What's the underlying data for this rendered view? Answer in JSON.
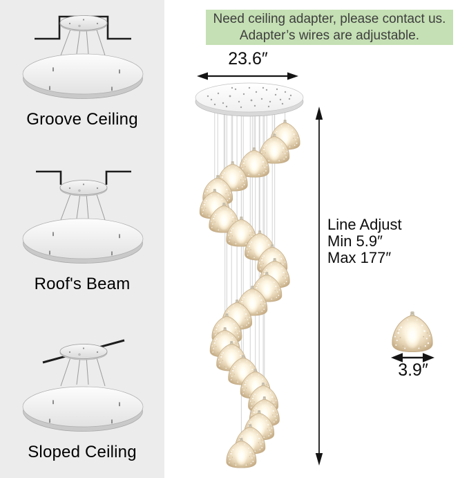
{
  "banner": {
    "line1": "Need ceiling adapter, please contact us.",
    "line2": "Adapter’s wires are adjustable."
  },
  "mounting": {
    "items": [
      {
        "label": "Groove Ceiling"
      },
      {
        "label": "Roof's Beam"
      },
      {
        "label": "Sloped Ceiling"
      }
    ]
  },
  "dimensions": {
    "canopy_width": "23.6″",
    "pendant_width": "3.9″"
  },
  "line_adjust": {
    "title": "Line Adjust",
    "min": "Min 5.9″",
    "max": "Max 177″"
  },
  "chandelier": {
    "pendant_count": 24
  },
  "icons": {
    "canopy_width_arrow": "horizontal-double-arrow",
    "line_adjust_arrow": "vertical-double-arrow",
    "pendant_width_arrow": "horizontal-double-arrow"
  },
  "colors": {
    "banner_bg": "#c5e0b4",
    "banner_text": "#3e3e3e",
    "panel_bg": "#ececec",
    "arrow": "#141414",
    "glass": "#d9c8aa",
    "glow": "#fff7e6",
    "wire": "#d2d2d2"
  }
}
